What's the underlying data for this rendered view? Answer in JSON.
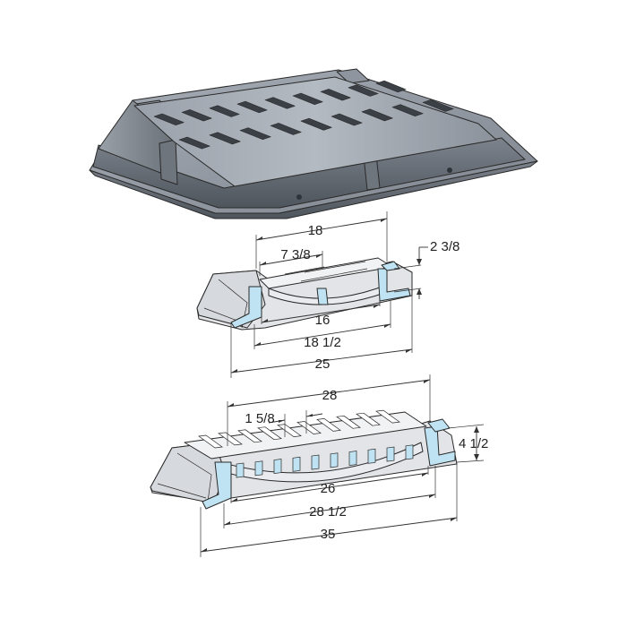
{
  "colors": {
    "cast_iron_light": "#b7bcc4",
    "cast_iron_mid": "#8f959e",
    "cast_iron_dark": "#5b616a",
    "section_fill": "#bfe3f2",
    "line": "#2a2a2a",
    "background": "#ffffff"
  },
  "dimensions": {
    "small": {
      "top_length": "18",
      "slot_pitch": "7 3/8",
      "height": "2 3/8",
      "inner_span": "16",
      "frame_span": "18 1/2",
      "overall": "25"
    },
    "large": {
      "top_length": "28",
      "slot_pitch": "1 5/8",
      "height": "4 1/2",
      "inner_span": "26",
      "frame_span": "28 1/2",
      "overall": "35"
    }
  }
}
